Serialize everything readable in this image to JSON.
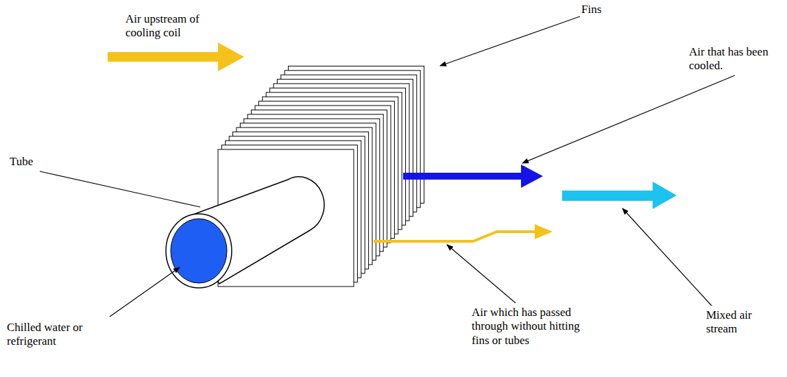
{
  "diagram": {
    "labels": [
      "Air upstream of cooling coil",
      "Fins",
      "Air that has been cooled.",
      "Tube",
      "Chilled water or refrigerant",
      "Air which has passed through without hitting fins or tubes",
      "Mixed air stream"
    ]
  }
}
